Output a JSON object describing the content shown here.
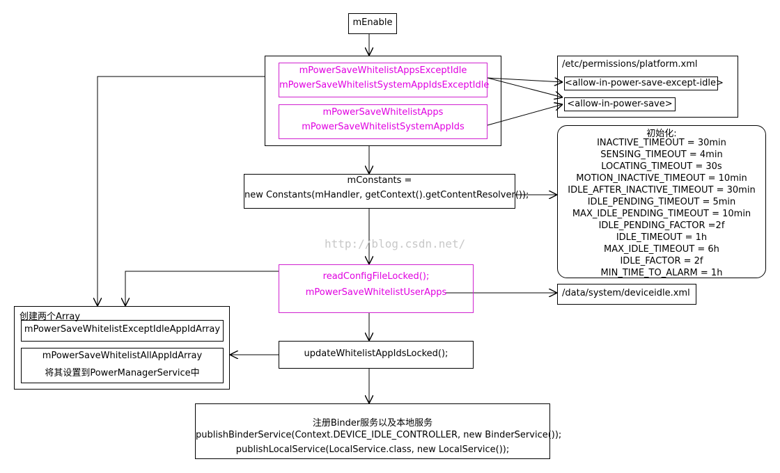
{
  "m_enable": "mEnable",
  "whitelist": {
    "group1": [
      "mPowerSaveWhitelistAppsExceptIdle",
      "mPowerSaveWhitelistSystemAppIdsExceptIdle"
    ],
    "group2": [
      "mPowerSaveWhitelistApps",
      "mPowerSaveWhitelistSystemAppIds"
    ]
  },
  "platform_xml": {
    "path": "/etc/permissions/platform.xml",
    "tag_except_idle": "<allow-in-power-save-except-idle>",
    "tag_power_save": "<allow-in-power-save>"
  },
  "constants": {
    "line1": "mConstants =",
    "line2": "new Constants(mHandler, getContext().getContentResolver());"
  },
  "init": {
    "title": "初始化:",
    "items": [
      "INACTIVE_TIMEOUT = 30min",
      "SENSING_TIMEOUT = 4min",
      "LOCATING_TIMEOUT = 30s",
      "MOTION_INACTIVE_TIMEOUT = 10min",
      "IDLE_AFTER_INACTIVE_TIMEOUT = 30min",
      "IDLE_PENDING_TIMEOUT = 5min",
      "MAX_IDLE_PENDING_TIMEOUT = 10min",
      "IDLE_PENDING_FACTOR =2f",
      "IDLE_TIMEOUT = 1h",
      "MAX_IDLE_TIMEOUT = 6h",
      "IDLE_FACTOR = 2f",
      "MIN_TIME_TO_ALARM = 1h"
    ]
  },
  "watermark": "http://blog.csdn.net/",
  "read_config": {
    "line1": "readConfigFileLocked();",
    "line2": "mPowerSaveWhitelistUserApps"
  },
  "deviceidle_xml": "/data/system/deviceidle.xml",
  "arrays": {
    "title": "创建两个Array",
    "item1": "mPowerSaveWhitelistExceptIdleAppIdArray",
    "item2_line1": "mPowerSaveWhitelistAllAppIdArray",
    "item2_line2": "将其设置到PowerManagerService中"
  },
  "update": "updateWhitelistAppIdsLocked();",
  "publish": {
    "line1": "注册Binder服务以及本地服务",
    "line2": "publishBinderService(Context.DEVICE_IDLE_CONTROLLER, new BinderService());",
    "line3": "publishLocalService(LocalService.class, new LocalService());"
  }
}
